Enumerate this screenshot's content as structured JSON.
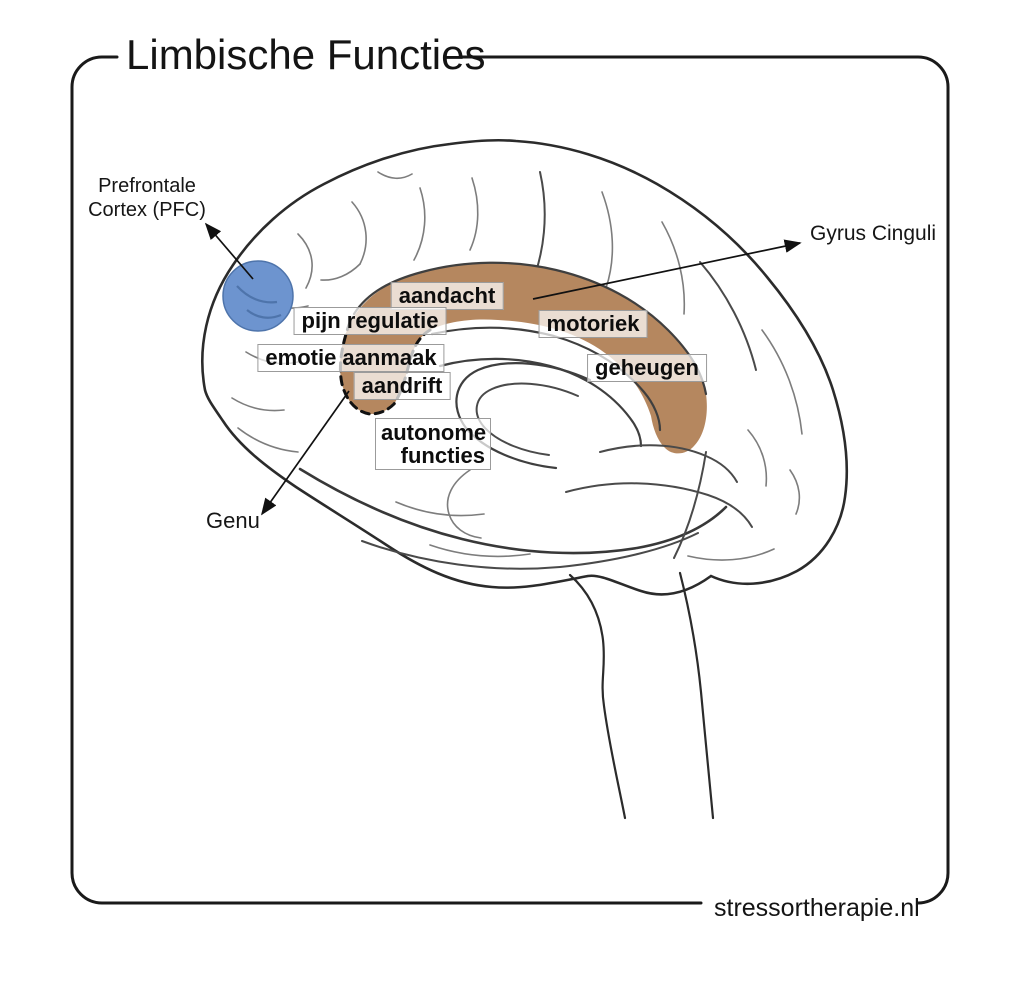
{
  "title": "Limbische Functies",
  "footer": "stressortherapie.nl",
  "colors": {
    "region_brown": "#b5875f",
    "pfc_blue": "#6d94cf",
    "pfc_blue_dark": "#4e74ab"
  },
  "labels": {
    "pfc_line1": "Prefrontale",
    "pfc_line2": "Cortex (PFC)",
    "gyrus_cinguli": "Gyrus Cinguli",
    "genu": "Genu",
    "aandacht": "aandacht",
    "pijn_regulatie": "pijn regulatie",
    "emotie_aanmaak": "emotie aanmaak",
    "aandrift": "aandrift",
    "motoriek": "motoriek",
    "geheugen": "geheugen",
    "autonome_line1": "autonome",
    "autonome_line2": "functies"
  }
}
